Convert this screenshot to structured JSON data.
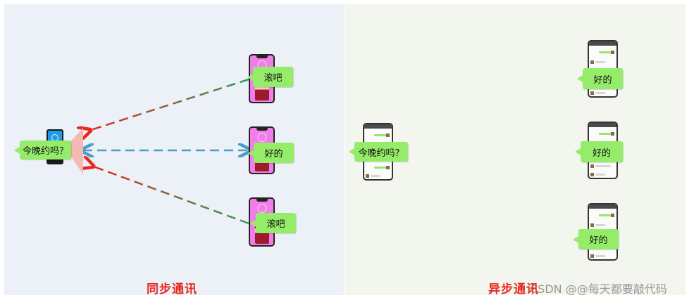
{
  "sync": {
    "title": "同步通讯",
    "sender_message": "今晚约吗？",
    "replies": [
      "滚吧",
      "好的",
      "滚吧"
    ]
  },
  "async": {
    "title": "异步通讯",
    "sender_message": "今晚约吗？",
    "replies": [
      "好的",
      "好的",
      "好的"
    ]
  },
  "watermark": "CSDN @@每天都要敲代码",
  "colors": {
    "title_red": "#e8281d",
    "bubble_green": "#95ec69",
    "arrow_red": "#e8281d",
    "arrow_green": "#2e9e5b",
    "arrow_blue": "#4a9fc4",
    "left_panel": "#ecf1f8",
    "right_panel": "#f3f6ee"
  }
}
